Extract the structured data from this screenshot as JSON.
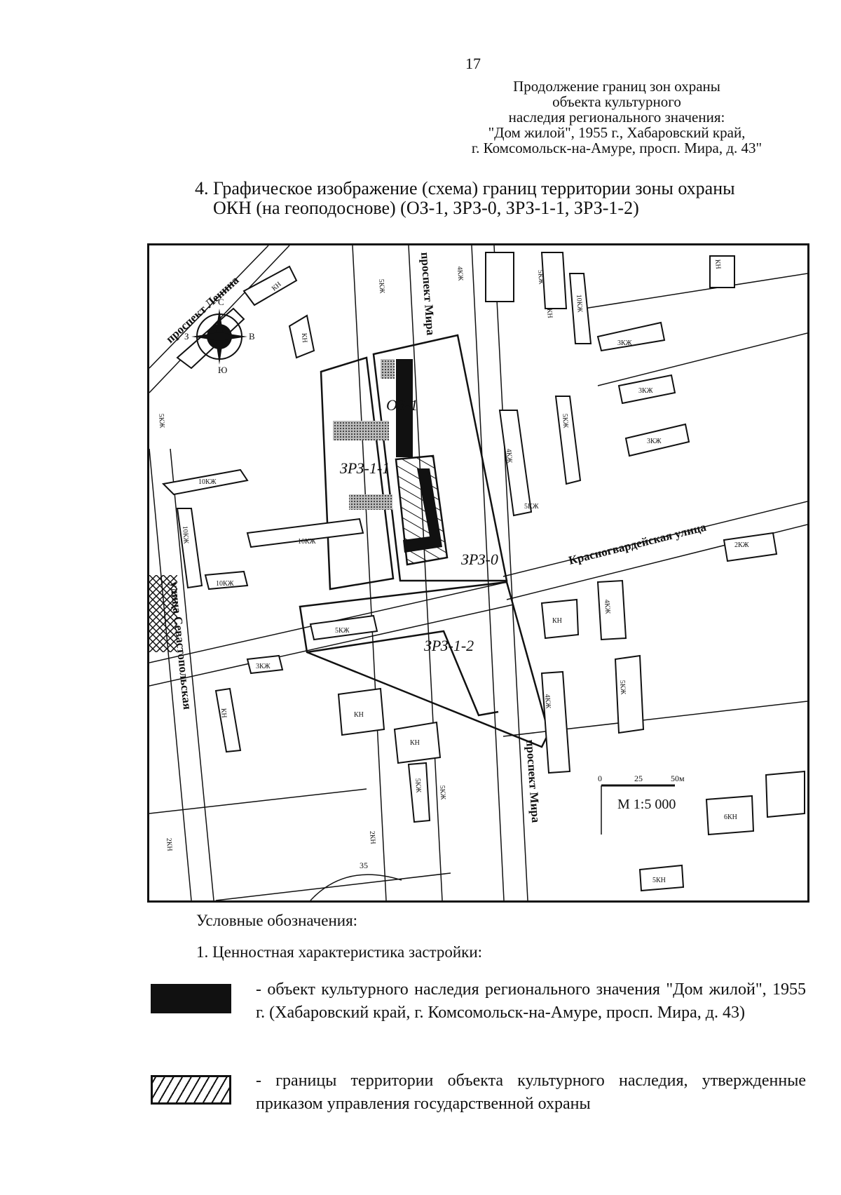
{
  "page_number": "17",
  "header": {
    "lines": [
      "Продолжение границ зон охраны",
      "объекта культурного",
      "наследия регионального значения:",
      "\"Дом жилой\", 1955 г., Хабаровский край,",
      "г. Комсомольск-на-Амуре, просп. Мира, д. 43\""
    ]
  },
  "section": {
    "line1": "4. Графическое изображение (схема) границ территории зоны охраны",
    "line2": "ОКН (на геоподоснове) (ОЗ-1, ЗРЗ-0, ЗРЗ-1-1, ЗРЗ-1-2)"
  },
  "map": {
    "streets": {
      "lenina": "проспект Ленина",
      "mira_top": "проспект Мира",
      "mira_bottom": "проспект Мира",
      "krasnogvardeyskaya": "Красногвардейская улица",
      "sevastopolskaya": "улица Севастопольская"
    },
    "zones": {
      "oz1": "ОЗ-1",
      "zrz11": "ЗРЗ-1-1",
      "zrz0": "ЗРЗ-0",
      "zrz12": "ЗРЗ-1-2"
    },
    "compass": {
      "north": "С",
      "south": "Ю",
      "west": "З",
      "east": "В"
    },
    "building_labels": {
      "b1": "КН",
      "b2": "5КЖ",
      "b3": "4КЖ",
      "b4": "5КЖ",
      "b5": "10КЖ",
      "b6": "КН",
      "b7": "3КЖ",
      "b8": "3КЖ",
      "b9": "3КЖ",
      "b10": "5КЖ",
      "b11": "4КЖ",
      "b12": "5КЖ",
      "b13": "5КЖ",
      "b14": "10КЖ",
      "b15": "10КЖ",
      "b16": "10КЖ",
      "b17": "10КЖ",
      "b18": "5КЖ",
      "b19": "3КЖ",
      "b20": "КН",
      "b21": "КН",
      "b22": "КН",
      "b23": "5КЖ",
      "b24": "КН",
      "b25": "4КЖ",
      "b26": "5КЖ",
      "b27": "4КЖ",
      "b28": "6КН",
      "b29": "5КН",
      "b30": "2КН",
      "b31": "2КН",
      "b32": "КН",
      "b33": "5КЖ",
      "b34": "2КЖ",
      "b35": "КН"
    },
    "contour": "35",
    "scale": {
      "t0": "0",
      "t1": "25",
      "t2": "50м",
      "label": "М 1:5 000"
    }
  },
  "legend": {
    "title": "Условные обозначения:",
    "subtitle": "1. Ценностная характеристика застройки:",
    "items": [
      {
        "text": "- объект культурного наследия регионального значения \"Дом жилой\", 1955 г. (Хабаровский край, г. Комсомольск-на-Амуре, просп. Мира, д. 43)"
      },
      {
        "text": "- границы территории объекта культурного наследия, утвержденные приказом управления государственной охраны"
      }
    ]
  }
}
